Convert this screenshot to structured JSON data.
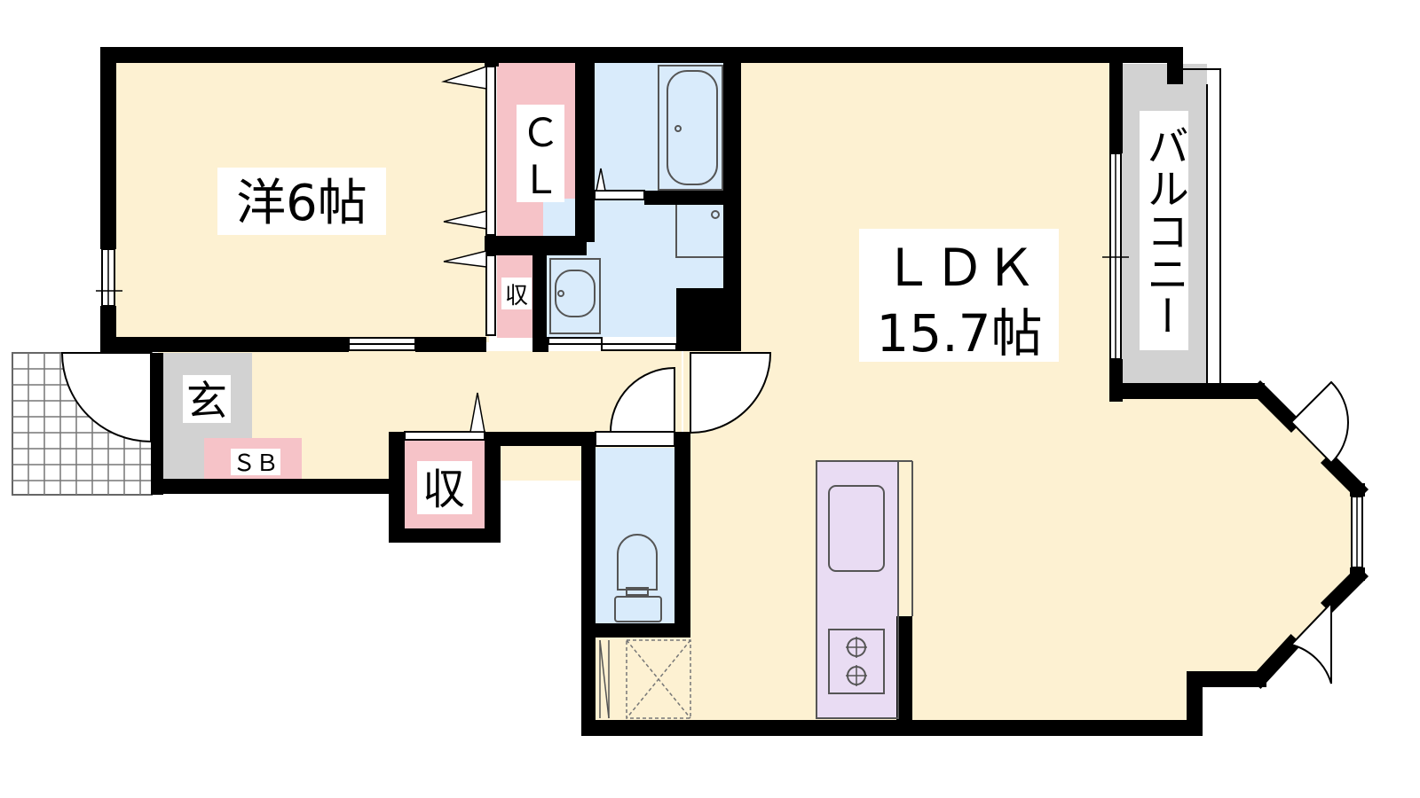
{
  "rooms": {
    "western_room": {
      "label": "洋6帖",
      "color": "#fdf1d2"
    },
    "ldk": {
      "label_line1": "ＬＤＫ",
      "label_line2": "15.7帖",
      "color": "#fdf1d2"
    },
    "closet": {
      "label_line1": "Ｃ",
      "label_line2": "Ｌ",
      "color": "#f6c3c8"
    },
    "small_storage": {
      "label": "収",
      "color": "#f6c3c8"
    },
    "hall_storage": {
      "label": "収",
      "color": "#f6c3c8"
    },
    "entrance": {
      "label": "玄",
      "color": "#d2d2d2"
    },
    "shoe_box": {
      "label": "ＳＢ",
      "color": "#f6c3c8"
    },
    "balcony": {
      "label": "バルコニー",
      "color": "#d2d2d2"
    },
    "wet_area": {
      "color": "#d9ebfb"
    },
    "kitchen": {
      "color": "#e9dcf3"
    }
  },
  "colors": {
    "wall": "#000000",
    "fixture_line": "#555555"
  }
}
